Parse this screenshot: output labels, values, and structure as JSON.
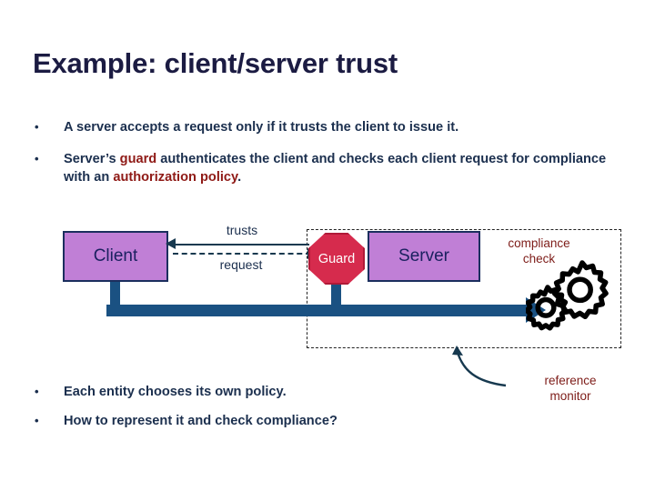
{
  "slide": {
    "title": "Example: client/server trust",
    "bullet_marker": "•",
    "bullets": [
      {
        "id": "bullet-1",
        "segments": [
          {
            "text": "A server accepts a request only if it trusts the client to issue it.",
            "highlight": false
          }
        ]
      },
      {
        "id": "bullet-2",
        "segments": [
          {
            "text": "Server’s ",
            "highlight": false
          },
          {
            "text": "guard",
            "highlight": true
          },
          {
            "text": " authenticates the client and checks each client request for compliance with an ",
            "highlight": false
          },
          {
            "text": "authorization policy",
            "highlight": true
          },
          {
            "text": ".",
            "highlight": false
          }
        ]
      },
      {
        "id": "bullet-3",
        "segments": [
          {
            "text": "Each entity chooses its own policy.",
            "highlight": false
          }
        ]
      },
      {
        "id": "bullet-4",
        "segments": [
          {
            "text": "How to represent it and check compliance?",
            "highlight": false
          }
        ]
      }
    ]
  },
  "diagram": {
    "client_label": "Client",
    "guard_label": "Guard",
    "server_label": "Server",
    "trusts_label": "trusts",
    "request_label": "request",
    "compliance_label_line1": "compliance",
    "compliance_label_line2": "check",
    "reference_monitor_line1": "reference",
    "reference_monitor_line2": "monitor",
    "icons": {
      "gears": "gears-icon",
      "guard_shape": "octagon-stop-sign"
    }
  },
  "colors": {
    "title_navy": "#1b1b42",
    "body_navy": "#1b2f4e",
    "highlight_dark_red": "#8f1a16",
    "annotation_dark_red": "#7d1c18",
    "node_purple": "#c07fd6",
    "node_border_navy": "#1b2f5e",
    "guard_red": "#d62b4d",
    "bar_blue": "#1a5182",
    "background": "#ffffff"
  }
}
